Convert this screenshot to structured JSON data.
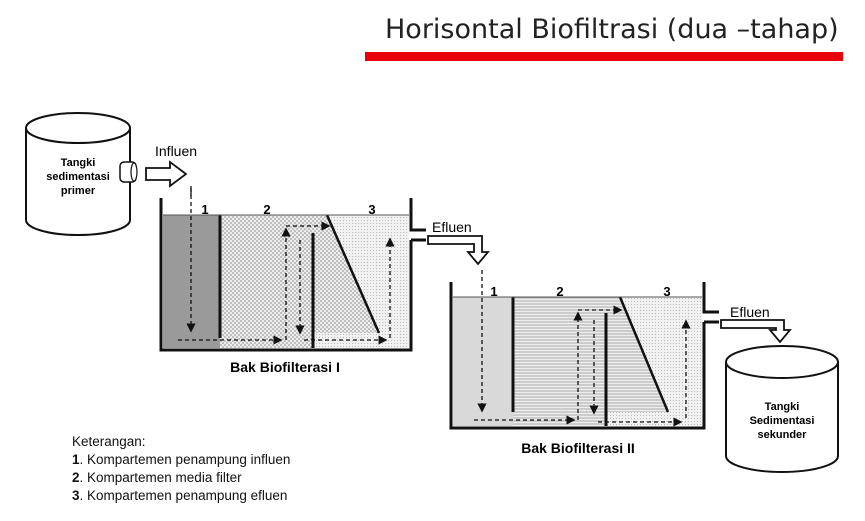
{
  "title": "Horisontal Biofiltrasi (dua –tahap)",
  "colors": {
    "accent_bar": "#e8000b"
  },
  "tank_primary": {
    "line1": "Tangki",
    "line2": "sedimentasi",
    "line3": "primer"
  },
  "influent_label": "Influen",
  "reactor1": {
    "caption": "Bak Biofilterasi  I",
    "compartments": [
      "1",
      "2",
      "3"
    ],
    "effluent_label": "Efluen"
  },
  "reactor2": {
    "caption": "Bak Biofilterasi  II",
    "compartments": [
      "1",
      "2",
      "3"
    ],
    "effluent_label": "Efluen"
  },
  "tank_secondary": {
    "line1": "Tangki",
    "line2": "Sedimentasi",
    "line3": "sekunder"
  },
  "legend": {
    "heading": "Keterangan:",
    "items": [
      {
        "num": "1",
        "text": ". Kompartemen penampung influen"
      },
      {
        "num": "2",
        "text": ". Kompartemen media filter"
      },
      {
        "num": "3",
        "text": ". Kompartemen penampung efluen"
      }
    ]
  }
}
